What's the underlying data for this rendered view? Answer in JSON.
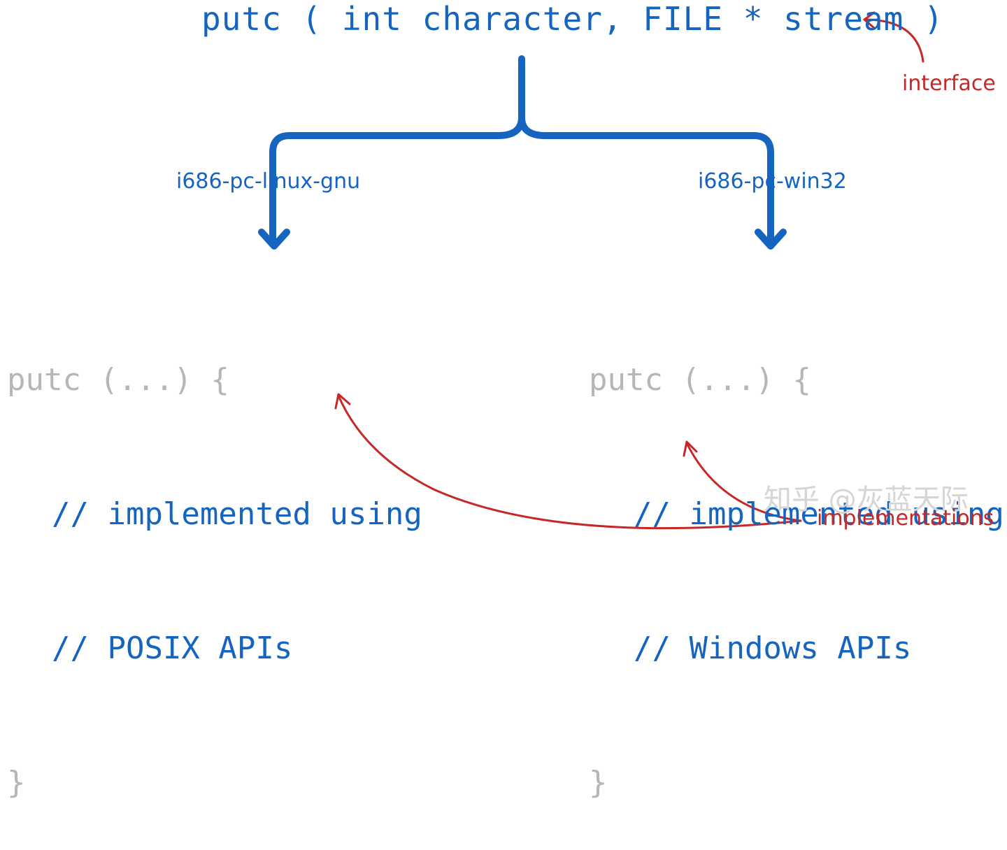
{
  "interface": {
    "signature": "putc ( int character, FILE * stream )",
    "label": "interface"
  },
  "targets": [
    {
      "name": "i686-pc-linux-gnu"
    },
    {
      "name": "i686-pc-win32"
    }
  ],
  "implementations": {
    "label": "implementations",
    "linux": {
      "open": "putc (...) {",
      "comment1": "// implemented using",
      "comment2": "// POSIX APIs",
      "close": "}"
    },
    "windows": {
      "open": "putc (...) {",
      "comment1": "// implemented using",
      "comment2": "// Windows APIs",
      "close": "}"
    }
  },
  "watermark": "知乎 @灰蓝天际",
  "colors": {
    "blue": "#1565c0",
    "red": "#c62828",
    "gray": "#b6b6b6",
    "watermark": "#d5d5d5"
  }
}
